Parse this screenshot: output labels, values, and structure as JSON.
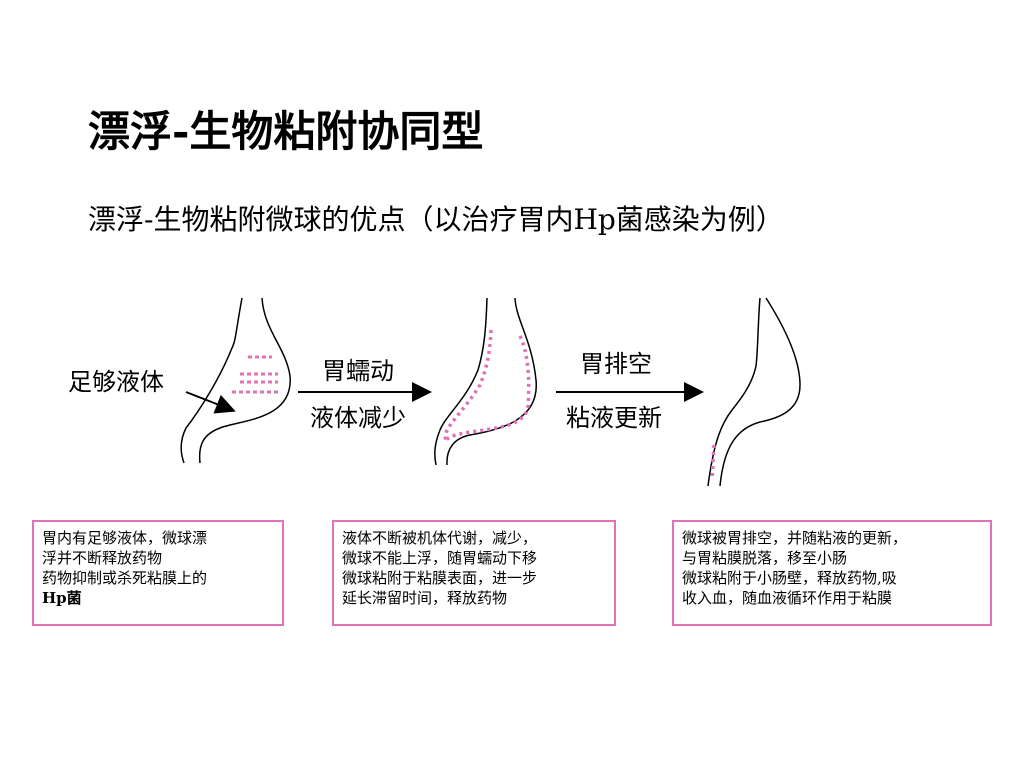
{
  "title": "漂浮-生物粘附协同型",
  "subtitle": "漂浮-生物粘附微球的优点（以治疗胃内Hp菌感染为例）",
  "colors": {
    "microsphere": "#e070b8",
    "box_border": "#e070b8",
    "line": "#000000"
  },
  "diagram": {
    "label_fluid": "足够液体",
    "arrow1_top": "胃蠕动",
    "arrow1_bottom": "液体减少",
    "arrow2_top": "胃排空",
    "arrow2_bottom": "粘液更新"
  },
  "boxes": [
    {
      "lines": [
        "胃内有足够液体，微球漂",
        "浮并不断释放药物",
        "药物抑制或杀死粘膜上的",
        "Hp菌"
      ]
    },
    {
      "lines": [
        "液体不断被机体代谢，减少，",
        "微球不能上浮，随胃蠕动下移",
        "微球粘附于粘膜表面，进一步",
        "延长滞留时间，释放药物"
      ]
    },
    {
      "lines": [
        "微球被胃排空，并随粘液的更新，",
        "与胃粘膜脱落，移至小肠",
        "微球粘附于小肠壁，释放药物,吸",
        "收入血，随血液循环作用于粘膜"
      ]
    }
  ]
}
